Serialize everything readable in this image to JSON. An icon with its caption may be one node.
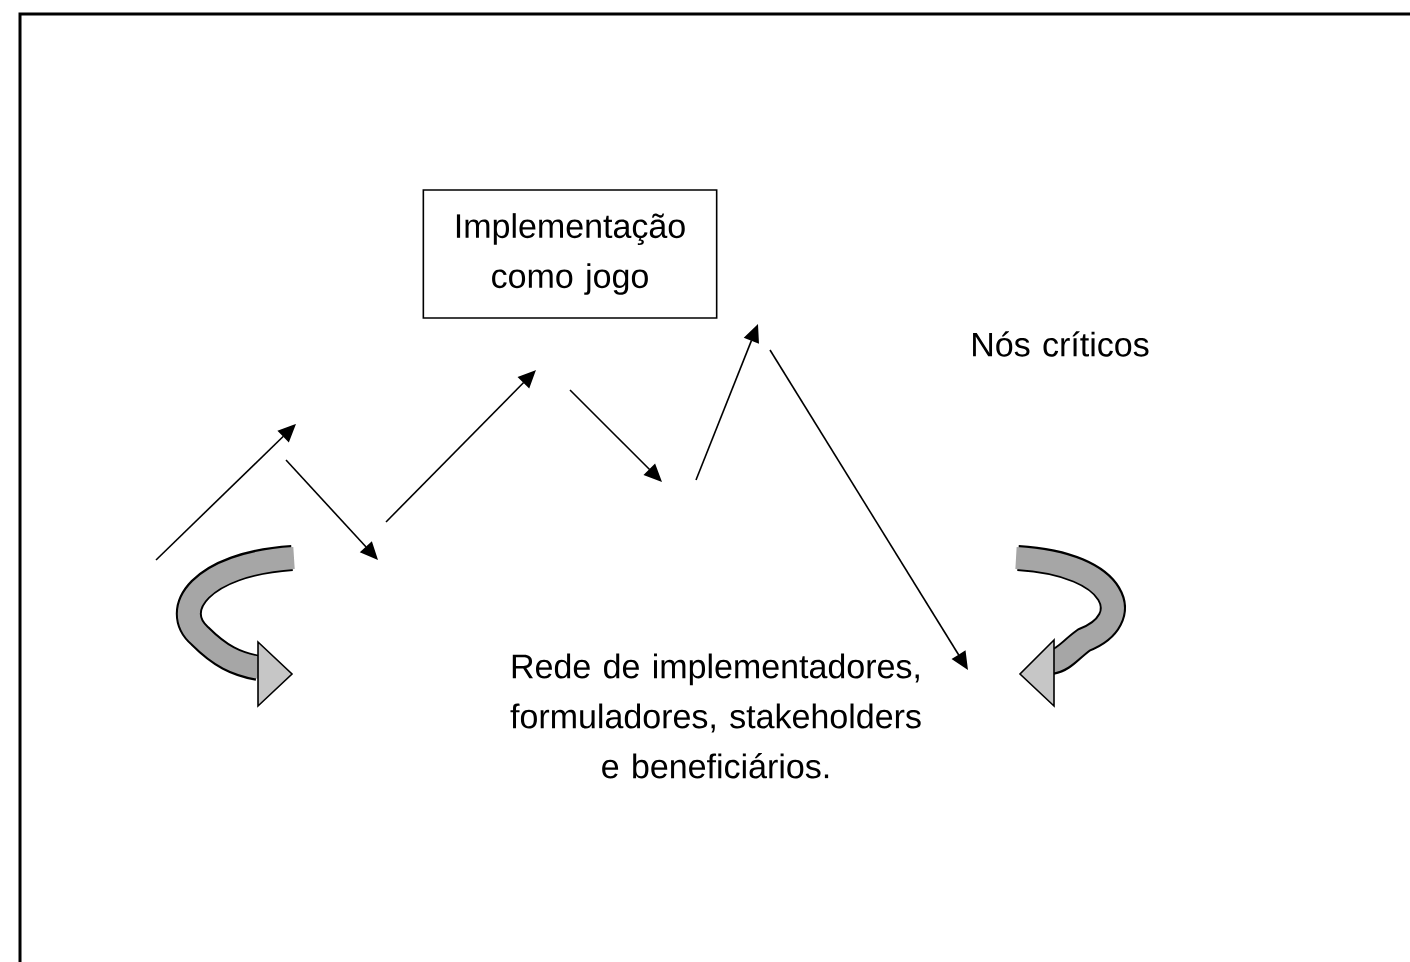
{
  "diagram": {
    "nodes": [
      {
        "text": [
          "Implementação como jogo"
        ]
      }
    ],
    "edges": [],
    "labels": [
      "Nós críticos",
      "Rede de implementadores, formuladores, stakeholders e beneficiários."
    ]
  }
}
